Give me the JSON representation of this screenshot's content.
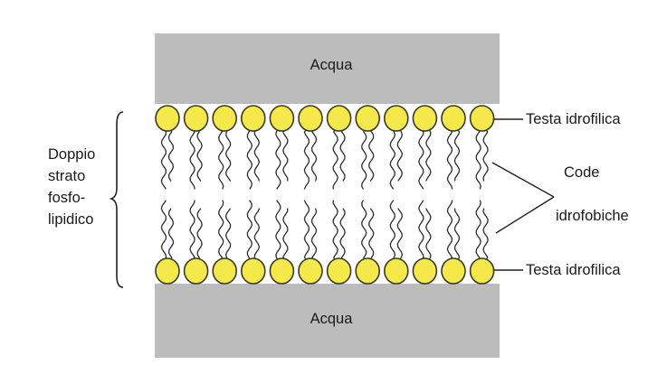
{
  "labels": {
    "water_top": "Acqua",
    "water_bottom": "Acqua",
    "head_top": "Testa idrofilica",
    "head_bottom": "Testa idrofilica",
    "tails_line1": "Code",
    "tails_line2": "idrofobiche",
    "bilayer_line1": "Doppio",
    "bilayer_line2": "strato",
    "bilayer_line3": "fosfo-",
    "bilayer_line4": "lipidico"
  },
  "colors": {
    "water": "#bdbcbd",
    "head_fill": "#f4e84a",
    "head_stroke": "#3a3a20",
    "tail": "#2d2d2d"
  },
  "structure": {
    "phospholipids_per_layer": 12,
    "layers": 2
  }
}
